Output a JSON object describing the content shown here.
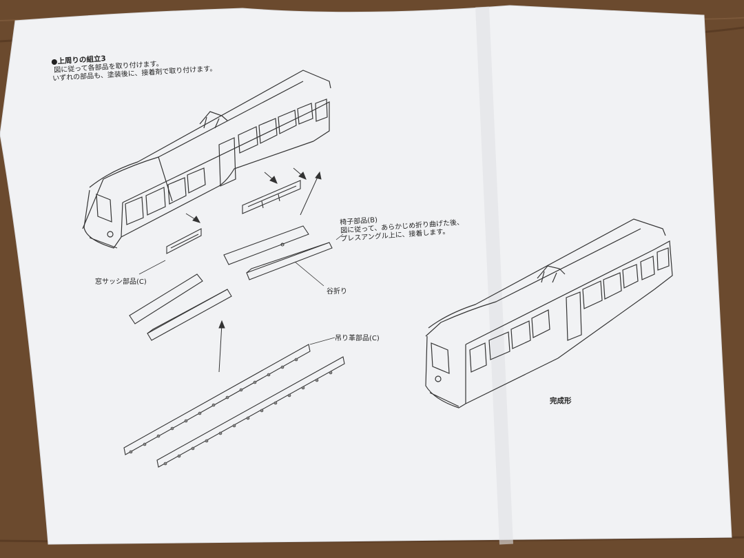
{
  "section_title": "●上周りの組立3",
  "intro_line1": "図に従って各部品を取り付けます。",
  "intro_line2": "いずれの部品も、塗装後に、接着剤で取り付けます。",
  "labels": {
    "window_sash": "窓サッシ部品(C)",
    "valley_fold": "谷折り",
    "strap": "吊り革部品(C)",
    "completed": "完成形"
  },
  "chair": {
    "line1": "椅子部品(B)",
    "line2": "図に従って、あらかじめ折り曲げた後、",
    "line3": "プレスアングル上に、接着します。"
  },
  "colors": {
    "wood": "#6b4a2e",
    "paper": "#f1f2f4",
    "ink": "#333333"
  }
}
